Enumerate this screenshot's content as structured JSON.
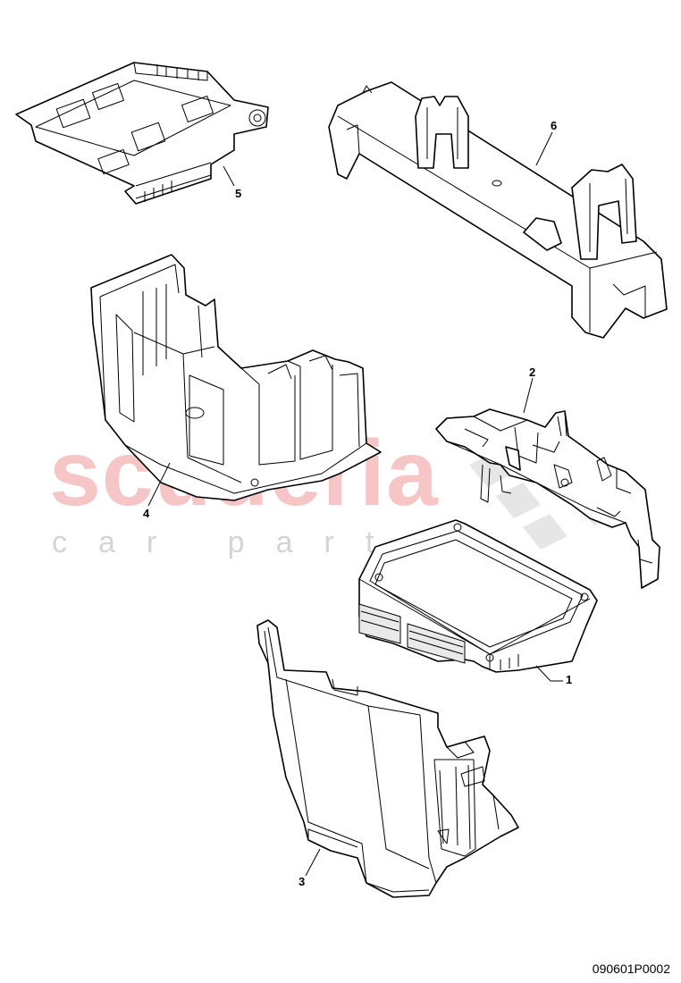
{
  "watermark": {
    "main": "scuderia",
    "sub": "car parts"
  },
  "callouts": {
    "c1": "1",
    "c2": "2",
    "c3": "3",
    "c4": "4",
    "c5": "5",
    "c6": "6"
  },
  "doc_id": "090601P0002",
  "colors": {
    "watermark_main": "#f6c6c6",
    "watermark_sub": "#d4d4d4",
    "checker": "#e6e6e6",
    "line": "#000000"
  }
}
